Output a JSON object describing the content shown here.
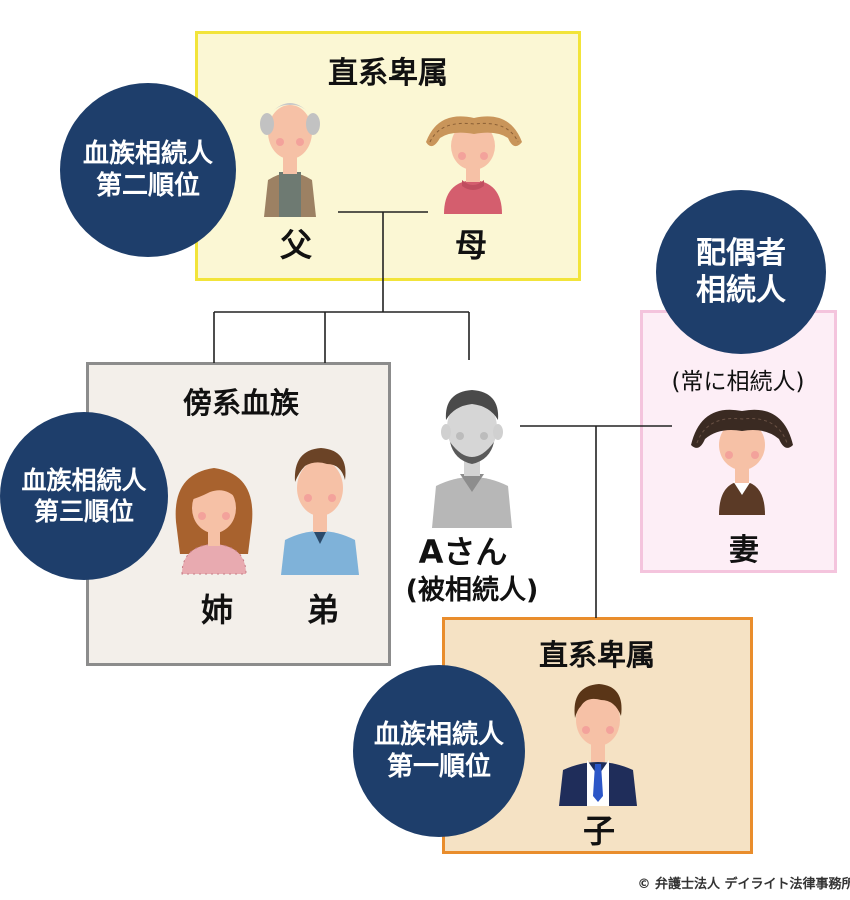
{
  "parents_box": {
    "title": "直系卑属",
    "father": "父",
    "mother": "母"
  },
  "badge_second": {
    "line1": "血族相続人",
    "line2": "第二順位"
  },
  "collateral_box": {
    "title": "傍系血族",
    "sister": "姉",
    "brother": "弟"
  },
  "badge_third": {
    "line1": "血族相続人",
    "line2": "第三順位"
  },
  "decedent": {
    "name": "Aさん",
    "role": "(被相続人)"
  },
  "spouse_badge": {
    "line1": "配偶者",
    "line2": "相続人"
  },
  "spouse_box": {
    "note": "(常に相続人)",
    "wife": "妻"
  },
  "child_box": {
    "title": "直系卑属",
    "child": "子"
  },
  "badge_first": {
    "line1": "血族相続人",
    "line2": "第一順位"
  },
  "copyright": "© 弁護士法人 デイライト法律事務所",
  "colors": {
    "navy": "#1e3e6b",
    "yellow_border": "#f2e43a",
    "gray_border": "#8c8c8c",
    "pink_border": "#f4c4dd",
    "orange_border": "#e98d2c"
  }
}
